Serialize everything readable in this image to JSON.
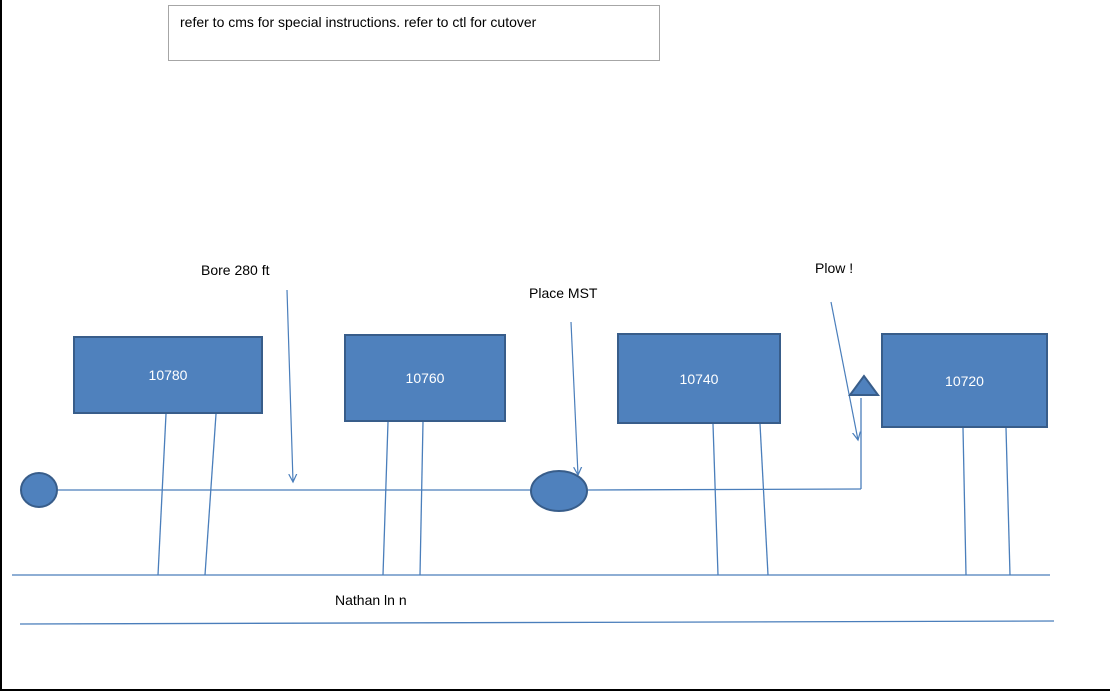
{
  "note": {
    "text": "refer to cms for special instructions. refer to ctl for cutover"
  },
  "labels": {
    "bore": "Bore 280 ft",
    "place_mst": "Place MST",
    "plow": "Plow !",
    "street": "Nathan ln n"
  },
  "lots": [
    {
      "address": "10780"
    },
    {
      "address": "10760"
    },
    {
      "address": "10740"
    },
    {
      "address": "10720"
    }
  ],
  "colors": {
    "shape_fill": "#4f81bd",
    "shape_stroke": "#385d8a",
    "line": "#4a7ebb"
  }
}
